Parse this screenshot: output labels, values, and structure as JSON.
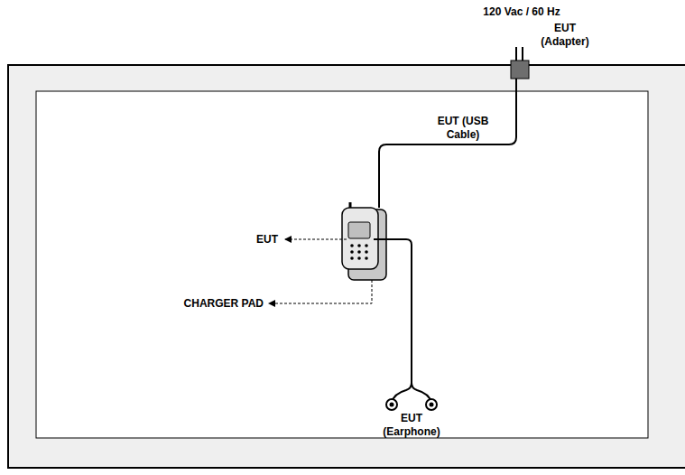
{
  "diagram": {
    "labels": [
      "120 Vac / 60 Hz",
      "EUT (Adapter)",
      "EUT (USB Cable)",
      "EUT",
      "CHARGER PAD",
      "EUT (Earphone)"
    ]
  }
}
